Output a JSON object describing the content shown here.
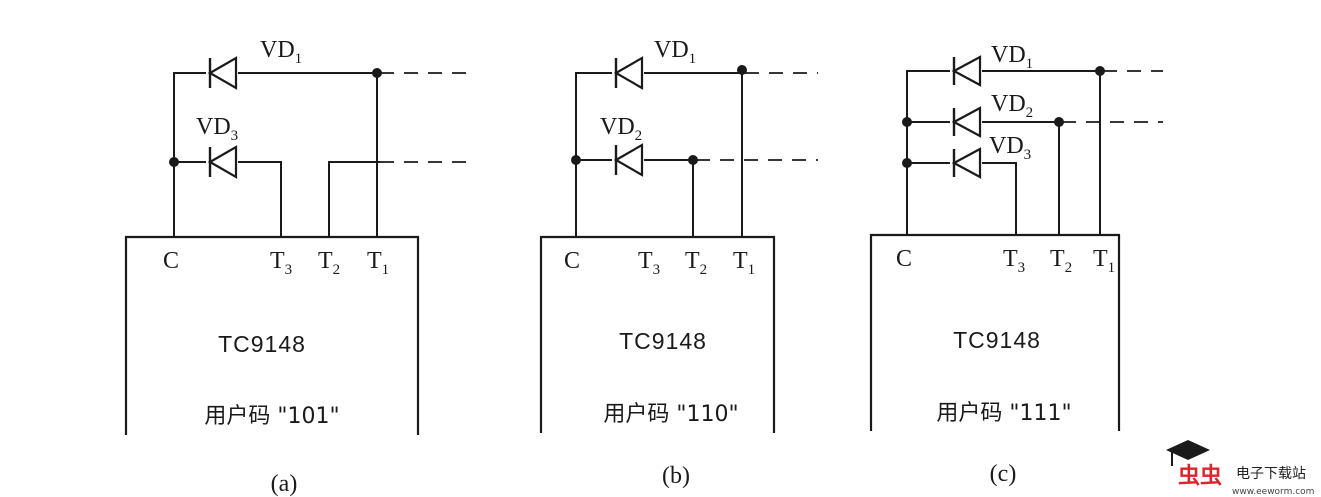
{
  "panels": [
    {
      "id": "a",
      "caption": "(a)",
      "chip_name": "TC9148",
      "user_code": "用户码 \"101\"",
      "pins": {
        "c": "C",
        "t3": "T",
        "t3_sub": "3",
        "t2": "T",
        "t2_sub": "2",
        "t1": "T",
        "t1_sub": "1"
      },
      "diodes": [
        {
          "label": "VD",
          "sub": "1"
        },
        {
          "label": "VD",
          "sub": "3"
        }
      ]
    },
    {
      "id": "b",
      "caption": "(b)",
      "chip_name": "TC9148",
      "user_code": "用户码 \"110\"",
      "pins": {
        "c": "C",
        "t3": "T",
        "t3_sub": "3",
        "t2": "T",
        "t2_sub": "2",
        "t1": "T",
        "t1_sub": "1"
      },
      "diodes": [
        {
          "label": "VD",
          "sub": "1"
        },
        {
          "label": "VD",
          "sub": "2"
        }
      ]
    },
    {
      "id": "c",
      "caption": "(c)",
      "chip_name": "TC9148",
      "user_code": "用户码 \"111\"",
      "pins": {
        "c": "C",
        "t3": "T",
        "t3_sub": "3",
        "t2": "T",
        "t2_sub": "2",
        "t1": "T",
        "t1_sub": "1"
      },
      "diodes": [
        {
          "label": "VD",
          "sub": "1"
        },
        {
          "label": "VD",
          "sub": "2"
        },
        {
          "label": "VD",
          "sub": "3"
        }
      ]
    }
  ],
  "watermark": {
    "logo_text": "虫虫",
    "site_name": "电子下载站",
    "url": "www.eeworm.com",
    "logo_color": "#d8262c"
  }
}
